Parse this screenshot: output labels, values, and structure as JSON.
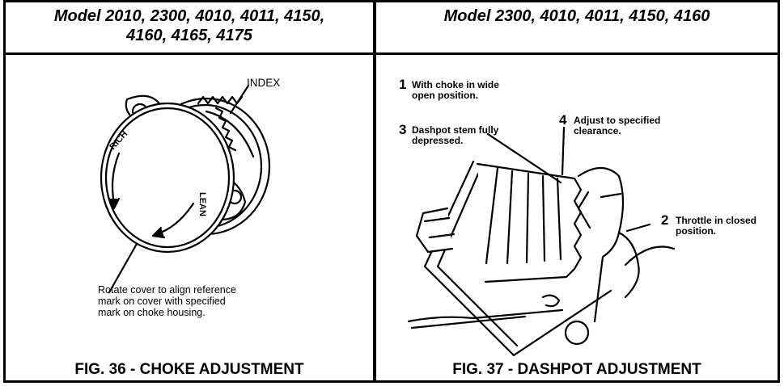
{
  "headers": {
    "left_line1": "Model 2010, 2300, 4010, 4011, 4150,",
    "left_line2": "4160, 4165, 4175",
    "right": "Model 2300, 4010, 4011, 4150, 4160"
  },
  "fig36": {
    "caption": "FIG. 36 - CHOKE ADJUSTMENT",
    "index_label": "INDEX",
    "rich_label": "RICH",
    "lean_label": "LEAN",
    "note_line1": "Rotate cover to align reference",
    "note_line2": "mark on cover with specified",
    "note_line3": "mark on choke housing."
  },
  "fig37": {
    "caption": "FIG. 37 - DASHPOT ADJUSTMENT",
    "callouts": [
      {
        "num": "1",
        "line1": "With choke in wide",
        "line2": "open position."
      },
      {
        "num": "2",
        "line1": "Throttle in closed",
        "line2": "position."
      },
      {
        "num": "3",
        "line1": "Dashpot stem fully",
        "line2": "depressed."
      },
      {
        "num": "4",
        "line1": "Adjust to specified",
        "line2": "clearance."
      }
    ]
  }
}
